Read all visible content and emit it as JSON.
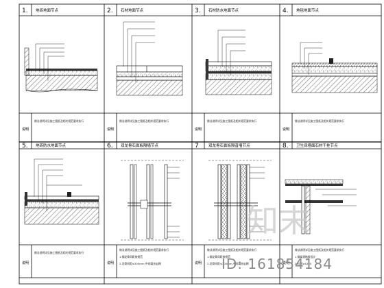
{
  "sheet": {
    "cells": [
      {
        "num": "1.",
        "title": "地砖地面节点",
        "notes_label": "说明",
        "note": "做法说明详见施工图纸及相关规范要求执行"
      },
      {
        "num": "2.",
        "title": "石材地面节点",
        "notes_label": "说明",
        "note": "做法说明详见施工图纸及相关规范要求执行"
      },
      {
        "num": "3.",
        "title": "石材防水地面节点",
        "notes_label": "说明",
        "note": "做法说明详见施工图纸及相关规范要求执行"
      },
      {
        "num": "4.",
        "title": "地毯地面节点",
        "notes_label": "说明",
        "note": "做法说明详见施工图纸及相关规范要求执行"
      },
      {
        "num": "5.",
        "title": "地砖防水地面节点",
        "notes_label": "说明",
        "note": "做法说明详见施工图纸及相关规范要求执行"
      },
      {
        "num": "6.",
        "title": "双龙骨石膏板隔墙节点",
        "notes_label": "说明",
        "note": "做法说明详见施工图纸及相关规范要求执行",
        "note2": "1.钢龙骨间距按规范",
        "note3": "2.龙骨间距≤300mm,中间填充岩棉"
      },
      {
        "num": "7",
        "title": "双龙骨石膏板隔音墙节点",
        "notes_label": "说明",
        "note": "做法说明详见施工图纸及相关规范要求执行",
        "note2": "1.钢龙骨间距按规范",
        "note3": "2.龙骨间距≤300mm,中间填充岩棉"
      },
      {
        "num": "8.",
        "title": "卫生间墙面石材干挂节点",
        "notes_label": "说明",
        "note": "做法说明详见施工图纸及相关规范要求执行",
        "note2": "1.钢架规格按设计",
        "note3": "2.石材≥4300"
      }
    ],
    "ann_line": "—————————"
  },
  "watermark": {
    "brand": "知末",
    "id_text": "ID: 161854184"
  }
}
